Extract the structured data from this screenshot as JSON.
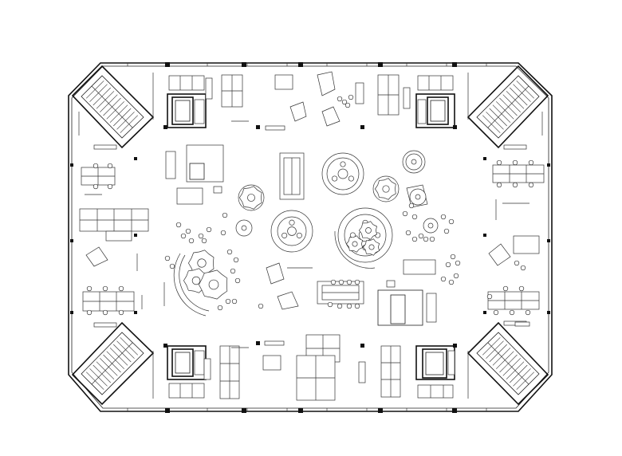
{
  "drawing": {
    "kind": "architectural floor plan",
    "colors": {
      "background": "#ffffff",
      "ink": "#111111"
    },
    "stair_cores": [
      "north-west",
      "north-east",
      "south-west",
      "south-east"
    ],
    "lift_cores": [
      "north-west",
      "north-east",
      "south-west",
      "south-east"
    ],
    "round_table_clusters": 9,
    "planter_groups": 2
  }
}
